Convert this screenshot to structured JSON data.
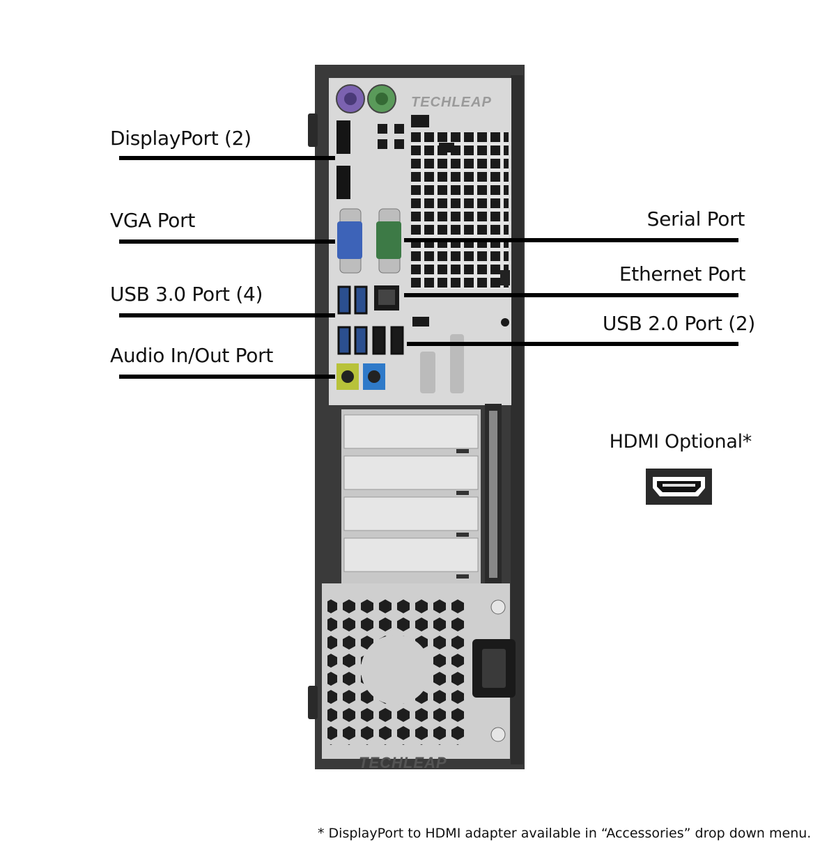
{
  "labels": {
    "displayport": "DisplayPort (2)",
    "vga": "VGA Port",
    "usb3": "USB 3.0 Port (4)",
    "audio": "Audio In/Out Port",
    "serial": "Serial Port",
    "ethernet": "Ethernet Port",
    "usb2": "USB 2.0 Port (2)",
    "hdmi": "HDMI Optional*"
  },
  "watermark_top": "TECHLEAP",
  "watermark_bottom": "TECHLEAP",
  "footnote": "*  DisplayPort to HDMI adapter available in “Accessories” drop down menu.",
  "colors": {
    "chassis": "#3a3a3a",
    "panel": "#d8d8d8",
    "ps2_keyboard": "#7b62b0",
    "ps2_mouse": "#5a9a5a",
    "vga": "#3d63b8",
    "serial": "#3d7a46",
    "audio_in": "#b8c23a",
    "audio_out": "#2f7ac9",
    "usb3_blue": "#2b4f8f"
  }
}
